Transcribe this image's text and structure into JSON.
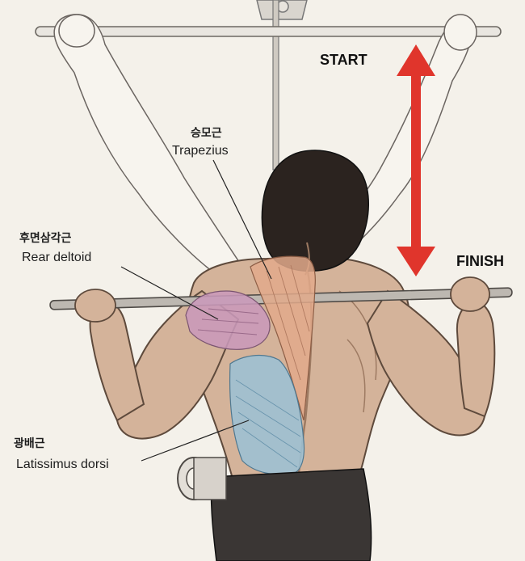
{
  "phases": {
    "start": "START",
    "finish": "FINISH"
  },
  "muscles": [
    {
      "korean": "승모근",
      "english": "Trapezius",
      "color": "#e2a98b"
    },
    {
      "korean": "후면삼각근",
      "english": "Rear deltoid",
      "color": "#c999b9"
    },
    {
      "korean": "광배근",
      "english": "Latissimus dorsi",
      "color": "#9cc0d4"
    }
  ],
  "colors": {
    "arrow": "#e0352c",
    "skin": "#d4b39a",
    "skin_shadow": "#9d7a62",
    "hair": "#2b231f",
    "shorts": "#3a3634",
    "bar": "#8a8580",
    "background": "#f4f1ea"
  }
}
